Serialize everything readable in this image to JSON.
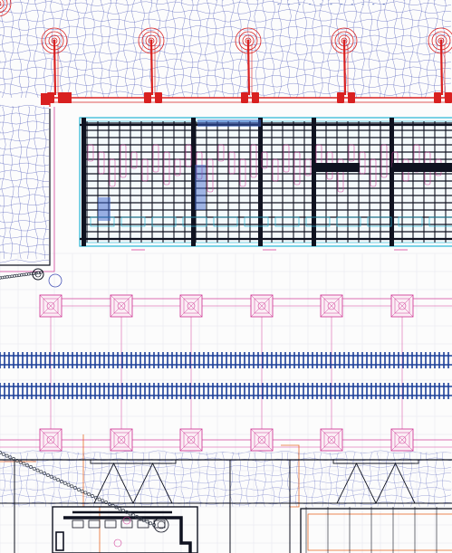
{
  "header": {
    "title_fragment": "- - - - - - - - - - -"
  },
  "colors": {
    "contour": "#4a56b8",
    "red_utility": "#d92020",
    "magenta": "#d2419a",
    "cyan_outline": "#27b6d6",
    "structure": "#0f1220",
    "rail": "#1b3e98",
    "orange": "#e86a2a"
  },
  "layers": [
    {
      "name": "contours",
      "icon": "wavy-grid-icon"
    },
    {
      "name": "light-poles",
      "icon": "concentric-circle-icon"
    },
    {
      "name": "warehouse-grid",
      "icon": "grid-icon"
    },
    {
      "name": "pile-caps",
      "icon": "square-x-icon"
    },
    {
      "name": "rail-tracks",
      "icon": "track-icon"
    },
    {
      "name": "lower-structure",
      "icon": "truss-icon"
    }
  ]
}
